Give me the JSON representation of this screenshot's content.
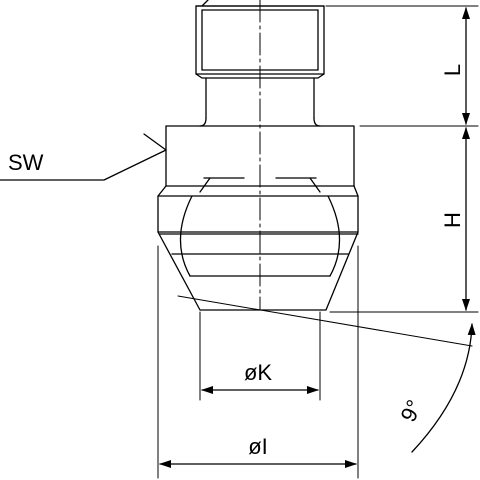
{
  "drawing": {
    "labels": {
      "sw": "SW",
      "l": "L",
      "h": "H",
      "k": "øK",
      "i": "øI",
      "angle": "9°"
    },
    "colors": {
      "line": "#000000",
      "background": "#ffffff"
    }
  }
}
